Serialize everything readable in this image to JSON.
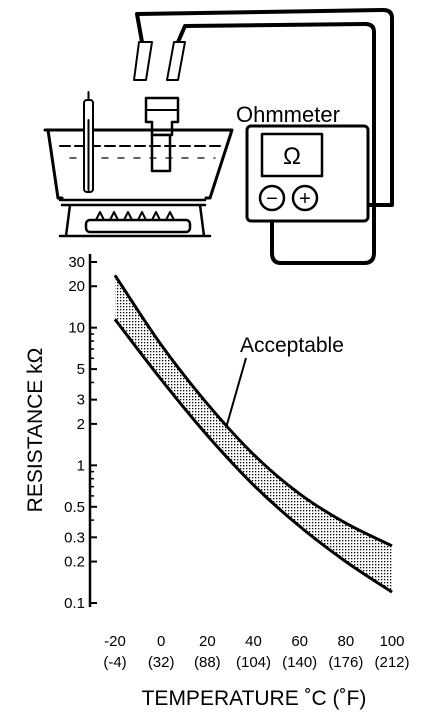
{
  "illustration": {
    "meter_label": "Ohmmeter",
    "meter_symbol": "Ω",
    "minus_symbol": "−",
    "plus_symbol": "+"
  },
  "chart_data": {
    "type": "area",
    "title": "",
    "annotation": "Acceptable",
    "xlabel": "TEMPERATURE ˚C (˚F)",
    "ylabel": "RESISTANCE kΩ",
    "y_scale": "log",
    "xlim": [
      -20,
      100
    ],
    "ylim": [
      0.1,
      30
    ],
    "grid": false,
    "x_ticks": [
      {
        "value": -20,
        "celsius": "-20",
        "fahrenheit": "(-4)"
      },
      {
        "value": 0,
        "celsius": "0",
        "fahrenheit": "(32)"
      },
      {
        "value": 20,
        "celsius": "20",
        "fahrenheit": "(88)"
      },
      {
        "value": 40,
        "celsius": "40",
        "fahrenheit": "(104)"
      },
      {
        "value": 60,
        "celsius": "60",
        "fahrenheit": "(140)"
      },
      {
        "value": 80,
        "celsius": "80",
        "fahrenheit": "(176)"
      },
      {
        "value": 100,
        "celsius": "100",
        "fahrenheit": "(212)"
      }
    ],
    "y_ticks": [
      {
        "value": 30,
        "label": "30"
      },
      {
        "value": 20,
        "label": "20"
      },
      {
        "value": 10,
        "label": "10"
      },
      {
        "value": 5,
        "label": "5"
      },
      {
        "value": 3,
        "label": "3"
      },
      {
        "value": 2,
        "label": "2"
      },
      {
        "value": 1,
        "label": "1"
      },
      {
        "value": 0.5,
        "label": "0.5"
      },
      {
        "value": 0.3,
        "label": "0.3"
      },
      {
        "value": 0.2,
        "label": "0.2"
      },
      {
        "value": 0.1,
        "label": "0.1"
      }
    ],
    "series": [
      {
        "x": [
          -20,
          0,
          20,
          40,
          60,
          80,
          100
        ],
        "values": [
          24,
          7.5,
          2.8,
          1.2,
          0.62,
          0.38,
          0.26
        ]
      },
      {
        "x": [
          -20,
          0,
          20,
          40,
          60,
          80,
          100
        ],
        "values": [
          11.5,
          4.2,
          1.65,
          0.72,
          0.36,
          0.2,
          0.12
        ]
      }
    ]
  }
}
